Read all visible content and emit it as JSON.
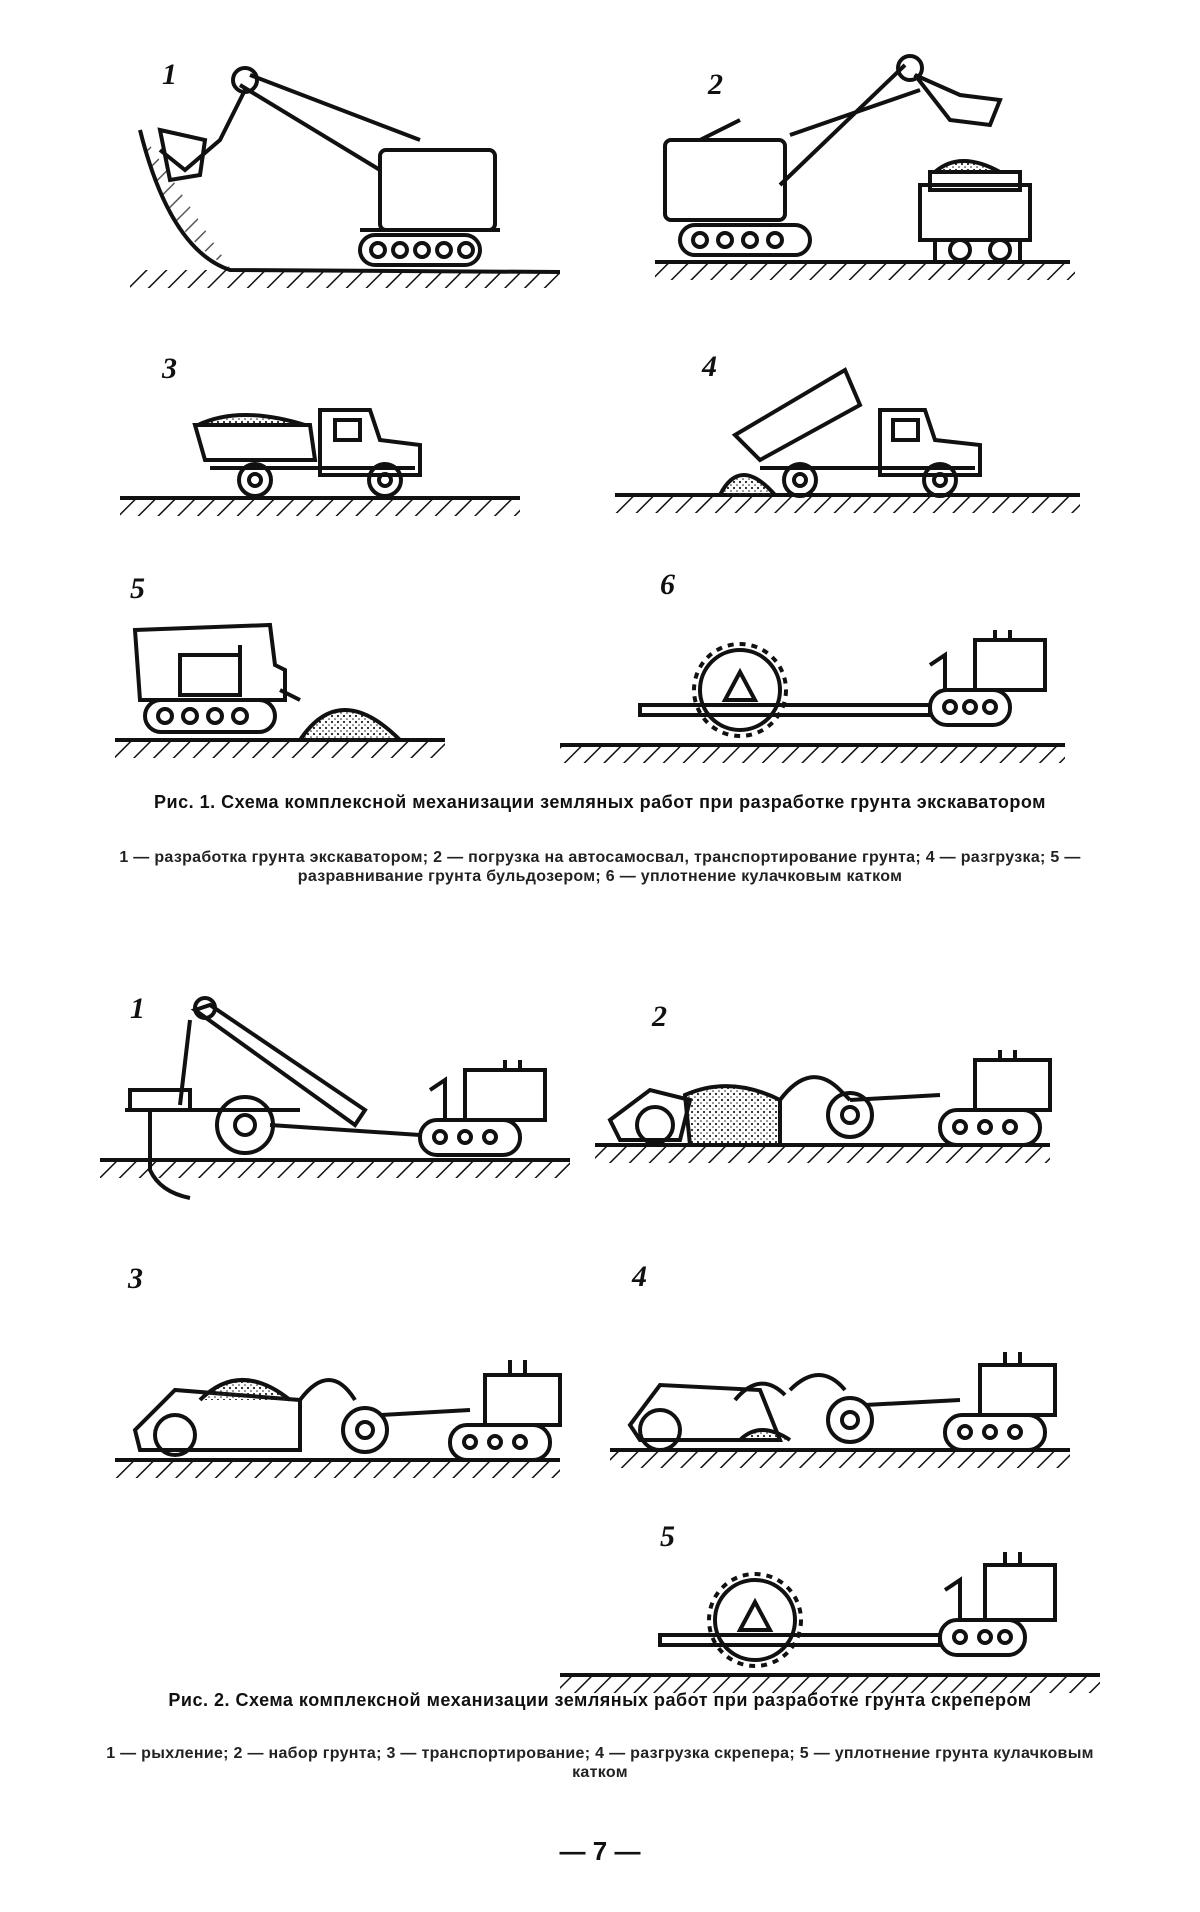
{
  "figure1": {
    "labels": [
      "1",
      "2",
      "3",
      "4",
      "5",
      "6"
    ],
    "caption": "Рис. 1. Схема комплексной механизации земляных работ при разработке грунта экскаватором",
    "legend": "1 — разработка грунта экскаватором; 2 — погрузка на автосамосвал, транспортирование грунта; 4 — разгрузка; 5 — разравнивание грунта бульдозером; 6 — уплотнение кулачковым катком"
  },
  "figure2": {
    "labels": [
      "1",
      "2",
      "3",
      "4",
      "5"
    ],
    "caption": "Рис. 2. Схема комплексной механизации земляных работ при разработке грунта скрепером",
    "legend": "1 — рыхление; 2 — набор грунта; 3 — транспортирование; 4 — разгрузка скрепера; 5 — уплотнение грунта кулачковым катком"
  },
  "page_number": "— 7 —"
}
